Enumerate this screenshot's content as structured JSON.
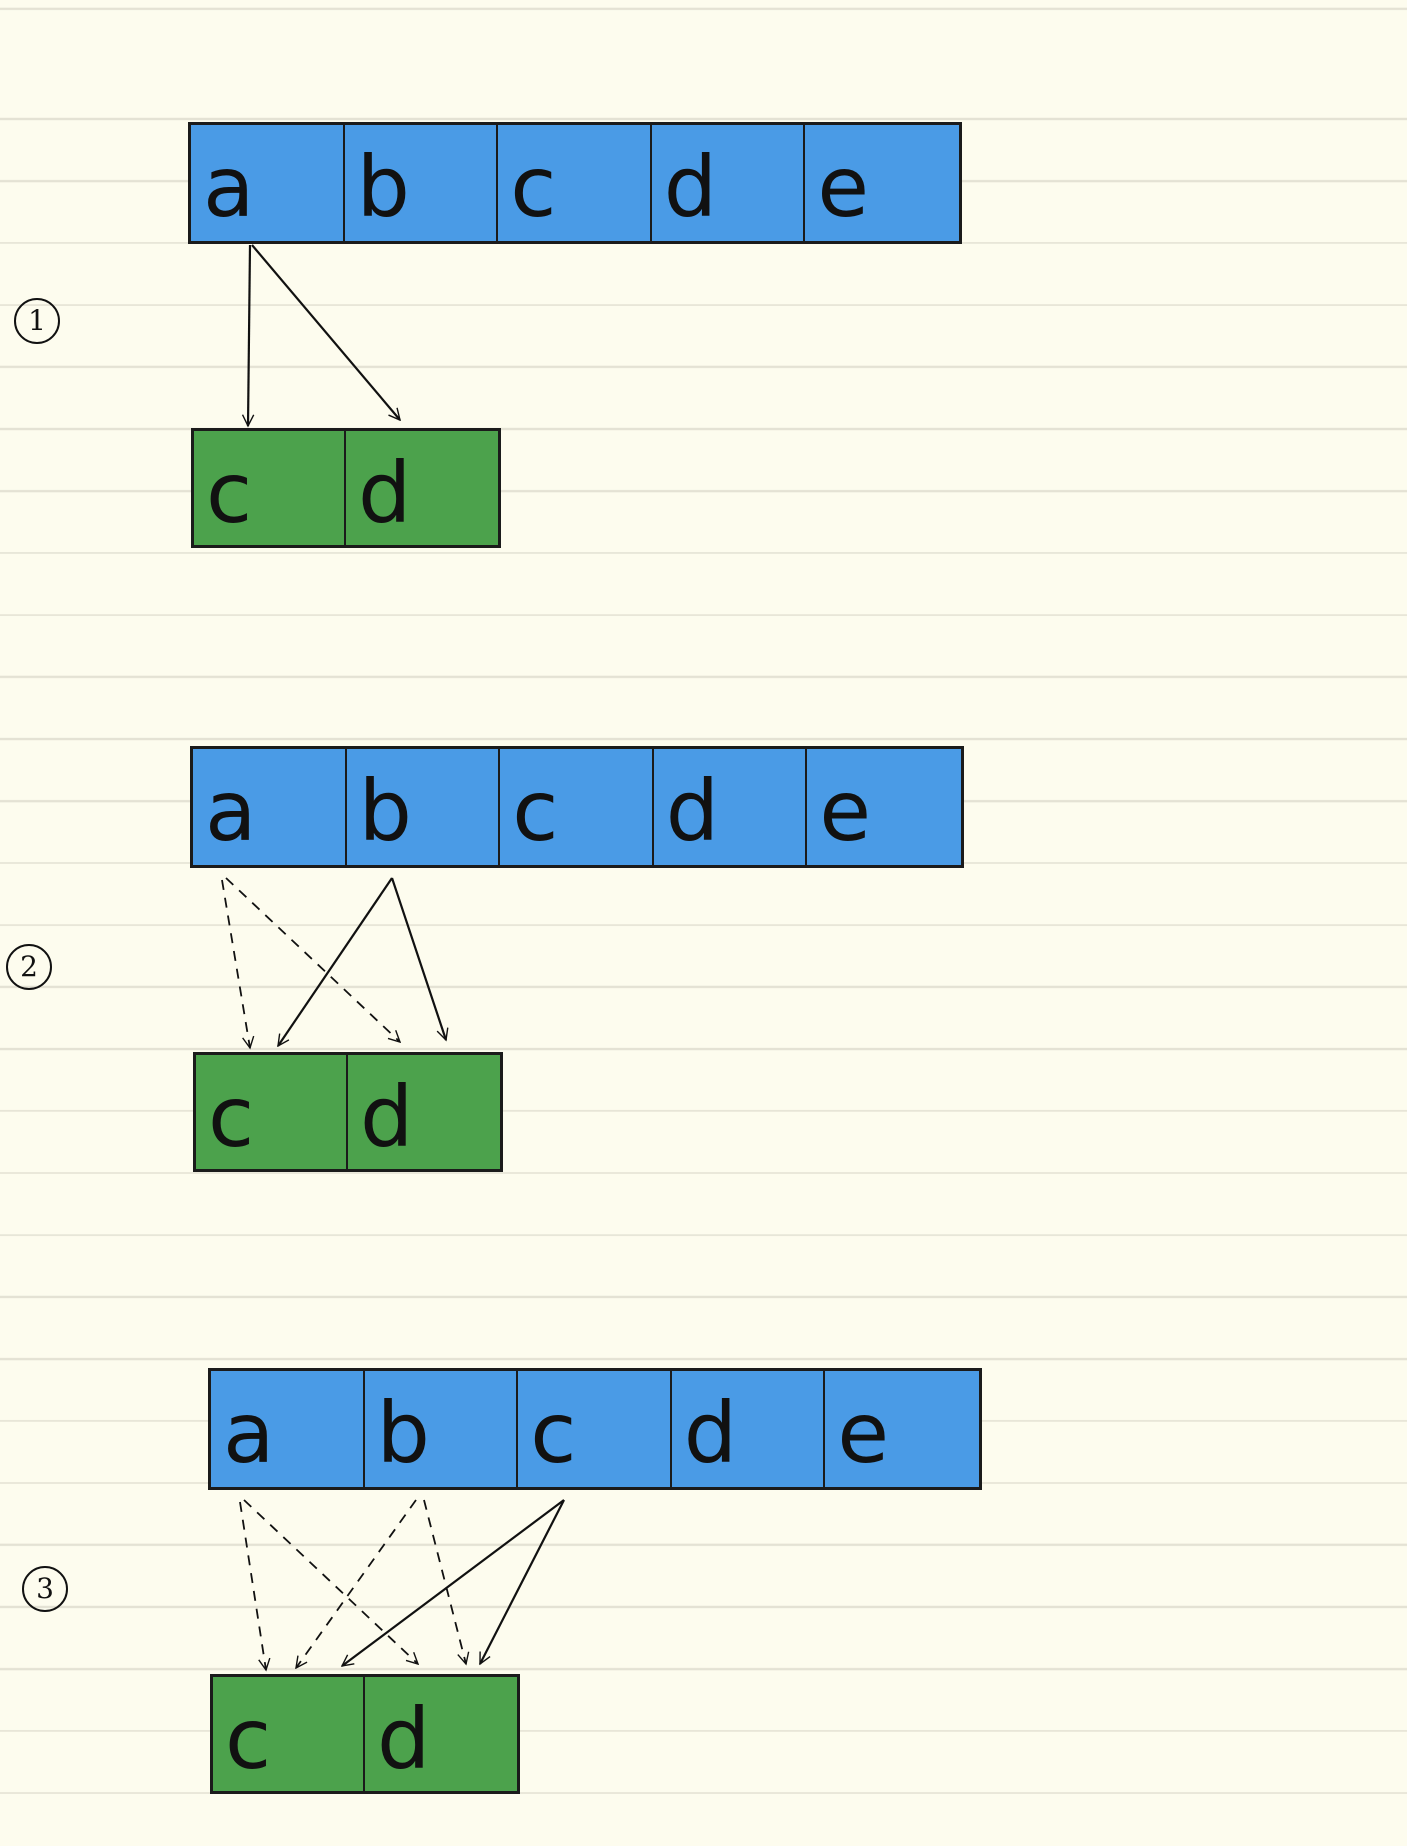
{
  "steps": [
    {
      "label": "1",
      "source": [
        "a",
        "b",
        "c",
        "d",
        "e"
      ],
      "target": [
        "c",
        "d"
      ]
    },
    {
      "label": "2",
      "source": [
        "a",
        "b",
        "c",
        "d",
        "e"
      ],
      "target": [
        "c",
        "d"
      ]
    },
    {
      "label": "3",
      "source": [
        "a",
        "b",
        "c",
        "d",
        "e"
      ],
      "target": [
        "c",
        "d"
      ]
    }
  ],
  "colors": {
    "source_cell": "#4a9be6",
    "target_cell": "#4ca24c",
    "paper": "#fdfcee",
    "ink": "#111111"
  }
}
